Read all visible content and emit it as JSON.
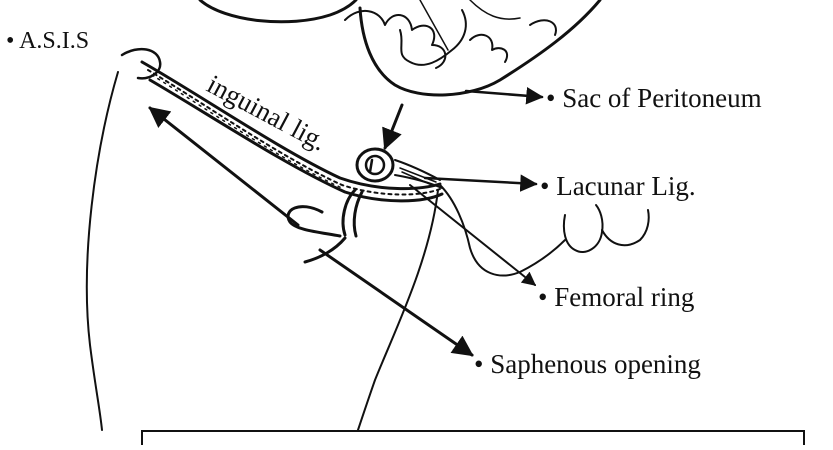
{
  "diagram": {
    "labels": {
      "asis": "• A.S.I.S",
      "inguinal_lig": "inguinal lig.",
      "sac_of_peritoneum": "• Sac of Peritoneum",
      "lacunar_lig": "• Lacunar Lig.",
      "femoral_ring": "• Femoral ring",
      "saphenous_opening": "• Saphenous opening"
    },
    "caption": ""
  }
}
